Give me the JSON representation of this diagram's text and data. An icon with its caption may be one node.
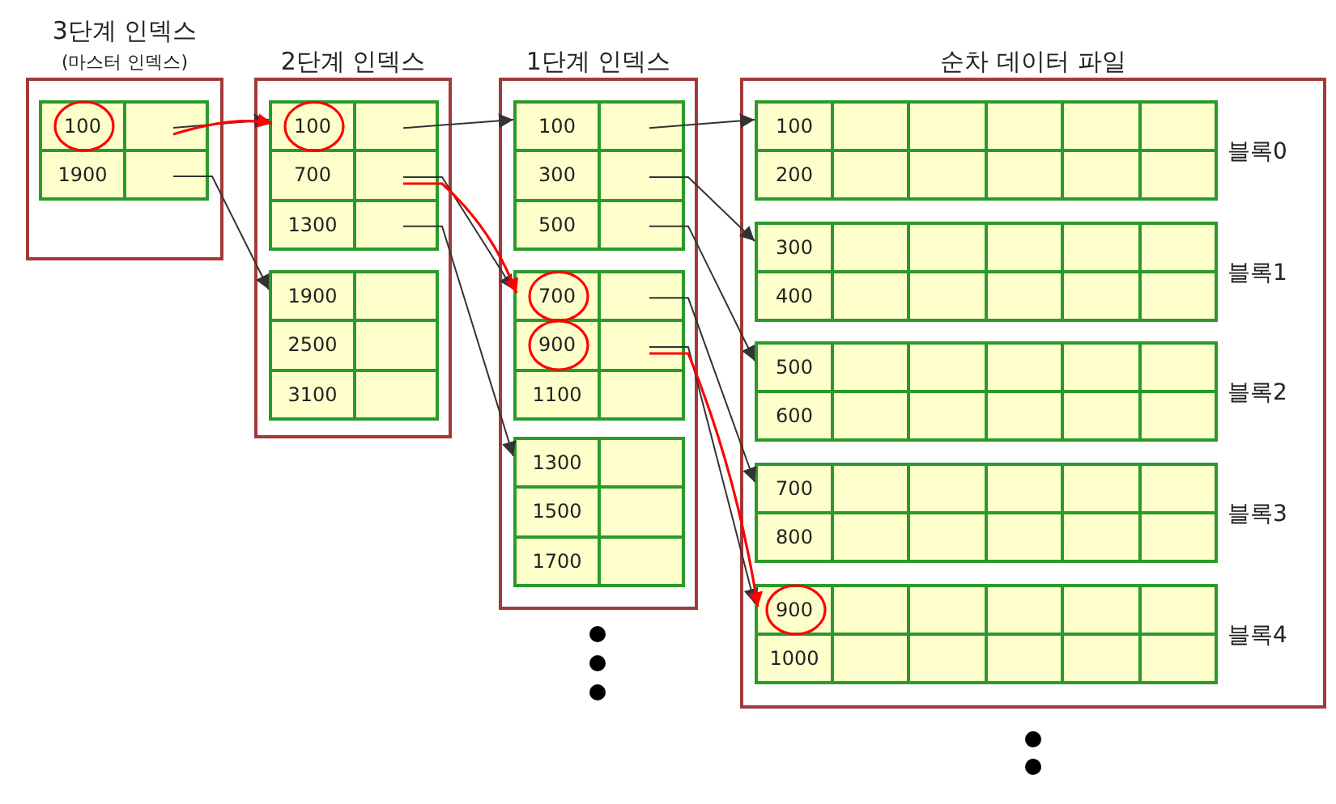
{
  "diagram": {
    "nodes": [
      {
        "text": [
          "3단계 인덱스",
          "(마스터 인덱스)"
        ]
      },
      {
        "text": [],
        "shape": "box",
        "in": 0
      },
      {
        "text": [
          "100"
        ],
        "in": 1
      },
      {
        "text": [
          "1900"
        ],
        "in": 1
      },
      {
        "text": [
          "2단계 인덱스"
        ]
      },
      {
        "text": [],
        "shape": "box",
        "in": 4
      },
      {
        "text": [
          "100"
        ],
        "in": 5
      },
      {
        "text": [
          "700"
        ],
        "in": 5
      },
      {
        "text": [
          "1300"
        ],
        "in": 5
      },
      {
        "text": [],
        "shape": "box",
        "in": 4
      },
      {
        "text": [
          "1900"
        ],
        "in": 9
      },
      {
        "text": [
          "2500"
        ],
        "in": 9
      },
      {
        "text": [
          "3100"
        ],
        "in": 9
      },
      {
        "text": [
          "1단계 인덱스"
        ]
      },
      {
        "text": [],
        "shape": "box",
        "in": 13
      },
      {
        "text": [
          "100"
        ],
        "in": 14
      },
      {
        "text": [
          "300"
        ],
        "in": 14
      },
      {
        "text": [
          "500"
        ],
        "in": 14
      },
      {
        "text": [],
        "shape": "box",
        "in": 13
      },
      {
        "text": [
          "700"
        ],
        "in": 18
      },
      {
        "text": [
          "900"
        ],
        "in": 18
      },
      {
        "text": [
          "1100"
        ],
        "in": 18
      },
      {
        "text": [],
        "shape": "box",
        "in": 13
      },
      {
        "text": [
          "1300"
        ],
        "in": 22
      },
      {
        "text": [
          "1500"
        ],
        "in": 22
      },
      {
        "text": [
          "1700"
        ],
        "in": 22
      },
      {
        "text": [
          "순차 데이터 파일"
        ]
      },
      {
        "text": [],
        "shape": "box",
        "in": 26,
        "beside": [
          "블록0"
        ]
      },
      {
        "text": [
          "100"
        ],
        "in": 27
      },
      {
        "text": [
          "200"
        ],
        "in": 27
      },
      {
        "text": [],
        "shape": "box",
        "in": 26,
        "beside": [
          "블록1"
        ]
      },
      {
        "text": [
          "300"
        ],
        "in": 30
      },
      {
        "text": [
          "400"
        ],
        "in": 30
      },
      {
        "text": [],
        "shape": "box",
        "in": 26,
        "beside": [
          "블록2"
        ]
      },
      {
        "text": [
          "500"
        ],
        "in": 33
      },
      {
        "text": [
          "600"
        ],
        "in": 33
      },
      {
        "text": [],
        "shape": "box",
        "in": 26,
        "beside": [
          "블록3"
        ]
      },
      {
        "text": [
          "700"
        ],
        "in": 36
      },
      {
        "text": [
          "800"
        ],
        "in": 36
      },
      {
        "text": [],
        "shape": "box",
        "in": 26,
        "beside": [
          "블록4"
        ]
      },
      {
        "text": [
          "900"
        ],
        "in": 39
      },
      {
        "text": [
          "1000"
        ],
        "in": 39
      }
    ],
    "edges": [
      {
        "from": 2,
        "to": 5,
        "arrow": "to"
      },
      {
        "from": 3,
        "to": 9,
        "arrow": "to"
      },
      {
        "from": 6,
        "to": 14,
        "arrow": "to"
      },
      {
        "from": 7,
        "to": 18,
        "arrow": "to"
      },
      {
        "from": 8,
        "to": 22,
        "arrow": "to"
      },
      {
        "from": 15,
        "to": 27,
        "arrow": "to"
      },
      {
        "from": 16,
        "to": 30,
        "arrow": "to"
      },
      {
        "from": 17,
        "to": 33,
        "arrow": "to"
      },
      {
        "from": 19,
        "to": 36,
        "arrow": "to"
      },
      {
        "from": 20,
        "to": 39,
        "arrow": "to"
      },
      {
        "from": 2,
        "to": 6,
        "arrow": "to",
        "color": "#ff0000"
      },
      {
        "from": 7,
        "to": 19,
        "arrow": "to",
        "color": "#ff0000"
      },
      {
        "from": 20,
        "to": 40,
        "arrow": "to",
        "color": "#ff0000"
      }
    ]
  }
}
